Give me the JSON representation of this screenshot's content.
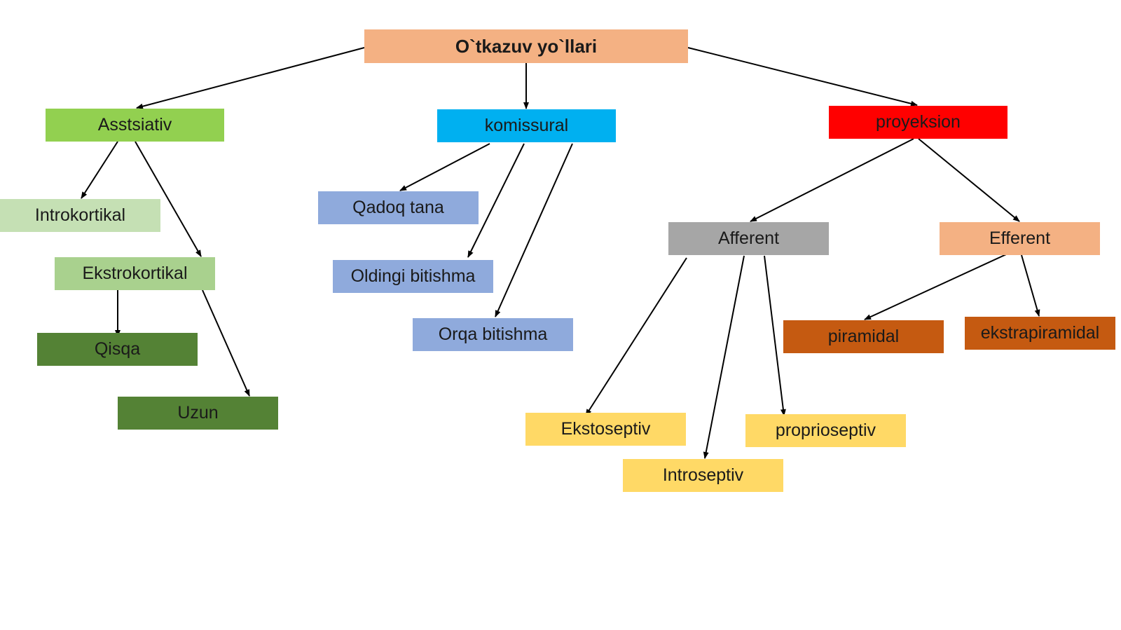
{
  "diagram": {
    "root": {
      "label": "O`tkazuv yo`llari",
      "color": "#f4b183"
    },
    "asso": {
      "label": "Asstsiativ",
      "color": "#92d050"
    },
    "intro": {
      "label": "Introkortikal",
      "color": "#c5e0b4"
    },
    "ekstro": {
      "label": "Ekstrokortikal",
      "color": "#a9d18e"
    },
    "qisqa": {
      "label": "Qisqa",
      "color": "#548235"
    },
    "uzun": {
      "label": "Uzun",
      "color": "#548235"
    },
    "komis": {
      "label": "komissural",
      "color": "#00b0f0"
    },
    "qadoq": {
      "label": "Qadoq tana",
      "color": "#8faadc"
    },
    "oldingi": {
      "label": "Oldingi bitishma",
      "color": "#8faadc"
    },
    "orqa": {
      "label": "Orqa bitishma",
      "color": "#8faadc"
    },
    "proy": {
      "label": "proyeksion",
      "color": "#ff0000"
    },
    "aff": {
      "label": "Afferent",
      "color": "#a6a6a6"
    },
    "eff": {
      "label": "Efferent",
      "color": "#f4b183"
    },
    "piram": {
      "label": "piramidal",
      "color": "#c55a11"
    },
    "ekstrapir": {
      "label": "ekstrapiramidal",
      "color": "#c55a11"
    },
    "ekstos": {
      "label": "Ekstoseptiv",
      "color": "#ffd966"
    },
    "introsep": {
      "label": "Introseptiv",
      "color": "#ffd966"
    },
    "propr": {
      "label": "proprioseptiv",
      "color": "#ffd966"
    },
    "edge_color": "#000000"
  }
}
